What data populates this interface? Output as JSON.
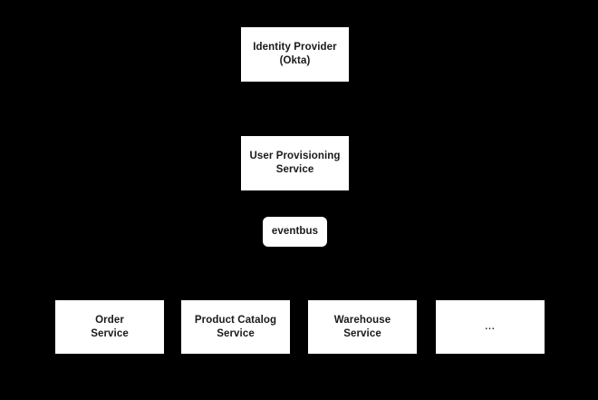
{
  "diagram": {
    "background_color": "#000000",
    "node_fill_color": "#ffffff",
    "node_text_color": "#1a1a1a",
    "layers": {
      "identity": {
        "nodes": [
          {
            "id": "identity-provider",
            "label": "Identity Provider\n(Okta)"
          }
        ]
      },
      "provisioning": {
        "nodes": [
          {
            "id": "user-provisioning-service",
            "label": "User Provisioning\nService"
          }
        ]
      },
      "messaging": {
        "nodes": [
          {
            "id": "eventbus",
            "label": "eventbus"
          }
        ]
      },
      "consumers": {
        "nodes": [
          {
            "id": "order-service",
            "label": "Order\nService"
          },
          {
            "id": "product-catalog-service",
            "label": "Product Catalog\nService"
          },
          {
            "id": "warehouse-service",
            "label": "Warehouse\nService"
          },
          {
            "id": "more-services",
            "label": "..."
          }
        ]
      }
    }
  }
}
